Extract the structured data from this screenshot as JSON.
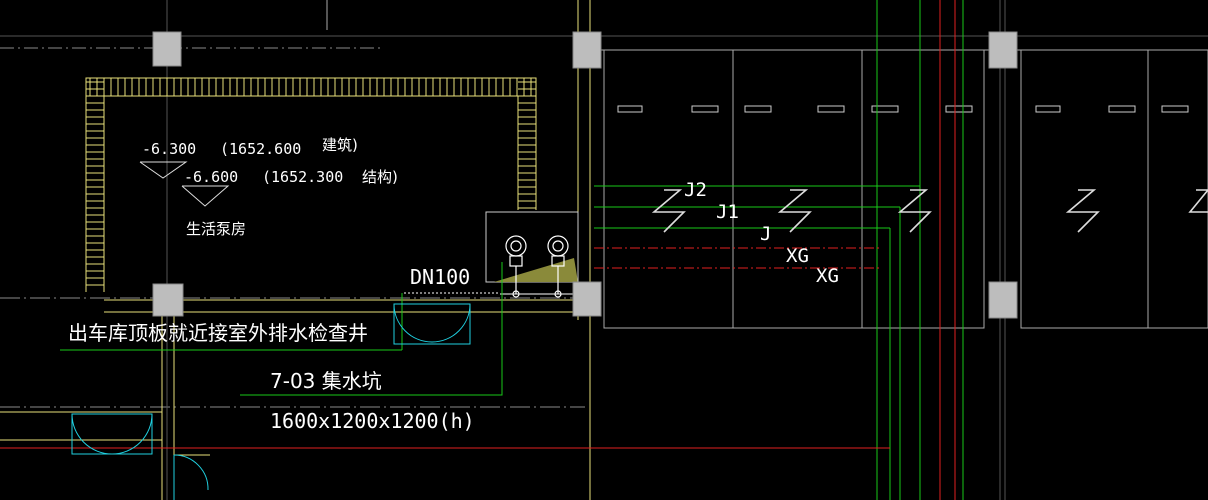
{
  "colors": {
    "background": "#000000",
    "white": "#ffffff",
    "grey": "#8a8a8a",
    "column": "#bdbdbd",
    "yellow": "#e8e07a",
    "green": "#19c819",
    "red": "#e02020",
    "cyan": "#20d0e0",
    "olive": "#8a8a3a"
  },
  "labels": {
    "elev_arch": "-6.300",
    "elev_arch_abs": "(1652.600",
    "elev_arch_note": "建筑)",
    "elev_struct": "-6.600",
    "elev_struct_abs": "(1652.300",
    "elev_struct_note": "结构)",
    "room_name": "生活泵房",
    "pipe_size": "DN100",
    "drain_note": "出车库顶板就近接室外排水检查井",
    "pit_name": "7-03  集水坑",
    "pit_size": "1600x1200x1200(h)",
    "pipe_j2": "J2",
    "pipe_j1": "J1",
    "pipe_j": "J",
    "pipe_xg1": "XG",
    "pipe_xg2": "XG"
  },
  "icons": {
    "pump": "pump-icon",
    "pipe_break": "pipe-break-icon",
    "door": "door-swing-icon",
    "column": "column-icon",
    "elevation": "elevation-marker-icon"
  }
}
